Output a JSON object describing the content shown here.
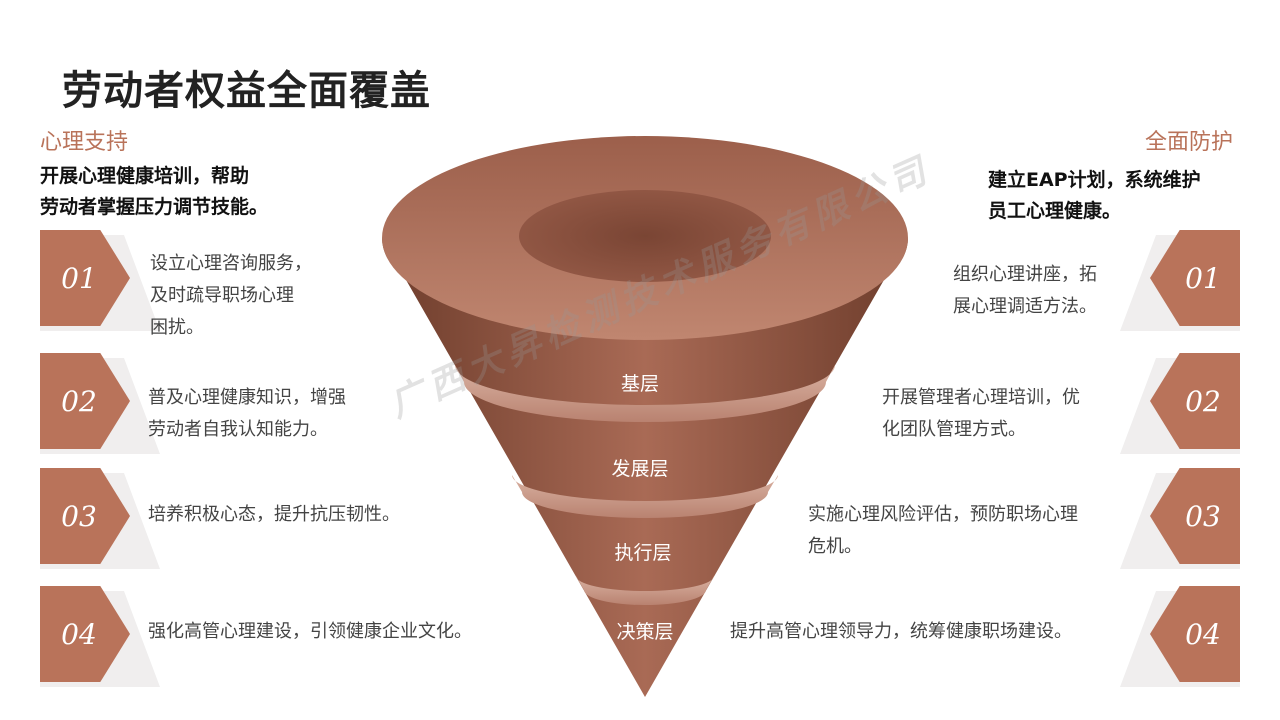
{
  "title": "劳动者权益全面覆盖",
  "left": {
    "heading": "心理支持",
    "intro_line1": "开展心理健康培训，帮助",
    "intro_line2": "劳动者掌握压力调节技能。",
    "items": [
      {
        "num": "01",
        "lines": [
          "设立心理咨询服务，",
          "及时疏导职场心理",
          "困扰。"
        ]
      },
      {
        "num": "02",
        "lines": [
          "普及心理健康知识，增强",
          "劳动者自我认知能力。"
        ]
      },
      {
        "num": "03",
        "lines": [
          "培养积极心态，提升抗压韧性。"
        ]
      },
      {
        "num": "04",
        "lines": [
          "强化高管心理建设，引领健康企业文化。"
        ]
      }
    ]
  },
  "right": {
    "heading": "全面防护",
    "intro_line1": "建立EAP计划，系统维护",
    "intro_line2": "员工心理健康。",
    "items": [
      {
        "num": "01",
        "lines": [
          "组织心理讲座，拓",
          "展心理调适方法。"
        ]
      },
      {
        "num": "02",
        "lines": [
          "开展管理者心理培训，优",
          "化团队管理方式。"
        ]
      },
      {
        "num": "03",
        "lines": [
          "实施心理风险评估，预防职场心理",
          "危机。"
        ]
      },
      {
        "num": "04",
        "lines": [
          "提升高管心理领导力，统筹健康职场建设。"
        ]
      }
    ]
  },
  "funnel": {
    "layers": [
      "基层",
      "发展层",
      "执行层",
      "决策层"
    ],
    "colors": {
      "dark": "#6e3d2c",
      "mid": "#a96a55",
      "light": "#c99a87",
      "ring": "#d9b2a2"
    }
  },
  "watermark": "广西大昇检测技术服务有限公司",
  "accent_color": "#b9735a"
}
